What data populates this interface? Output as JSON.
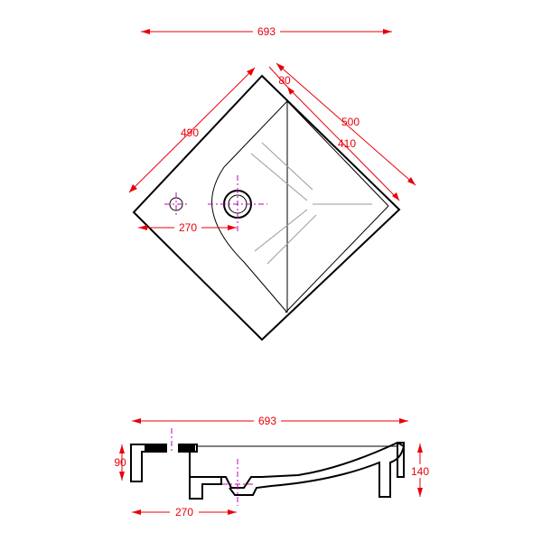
{
  "top_view": {
    "width_label": "693",
    "depth_label": "490",
    "side_label": "500",
    "inner_label": "410",
    "rim_label": "80",
    "tap_offset_label": "270"
  },
  "section_view": {
    "width_label": "693",
    "left_height_label": "90",
    "right_height_label": "140",
    "drain_offset_label": "270"
  },
  "colors": {
    "dimension": "#e8000b",
    "outline": "#000000",
    "centerline": "#c000c0",
    "inner_line": "#9a9a9a"
  }
}
